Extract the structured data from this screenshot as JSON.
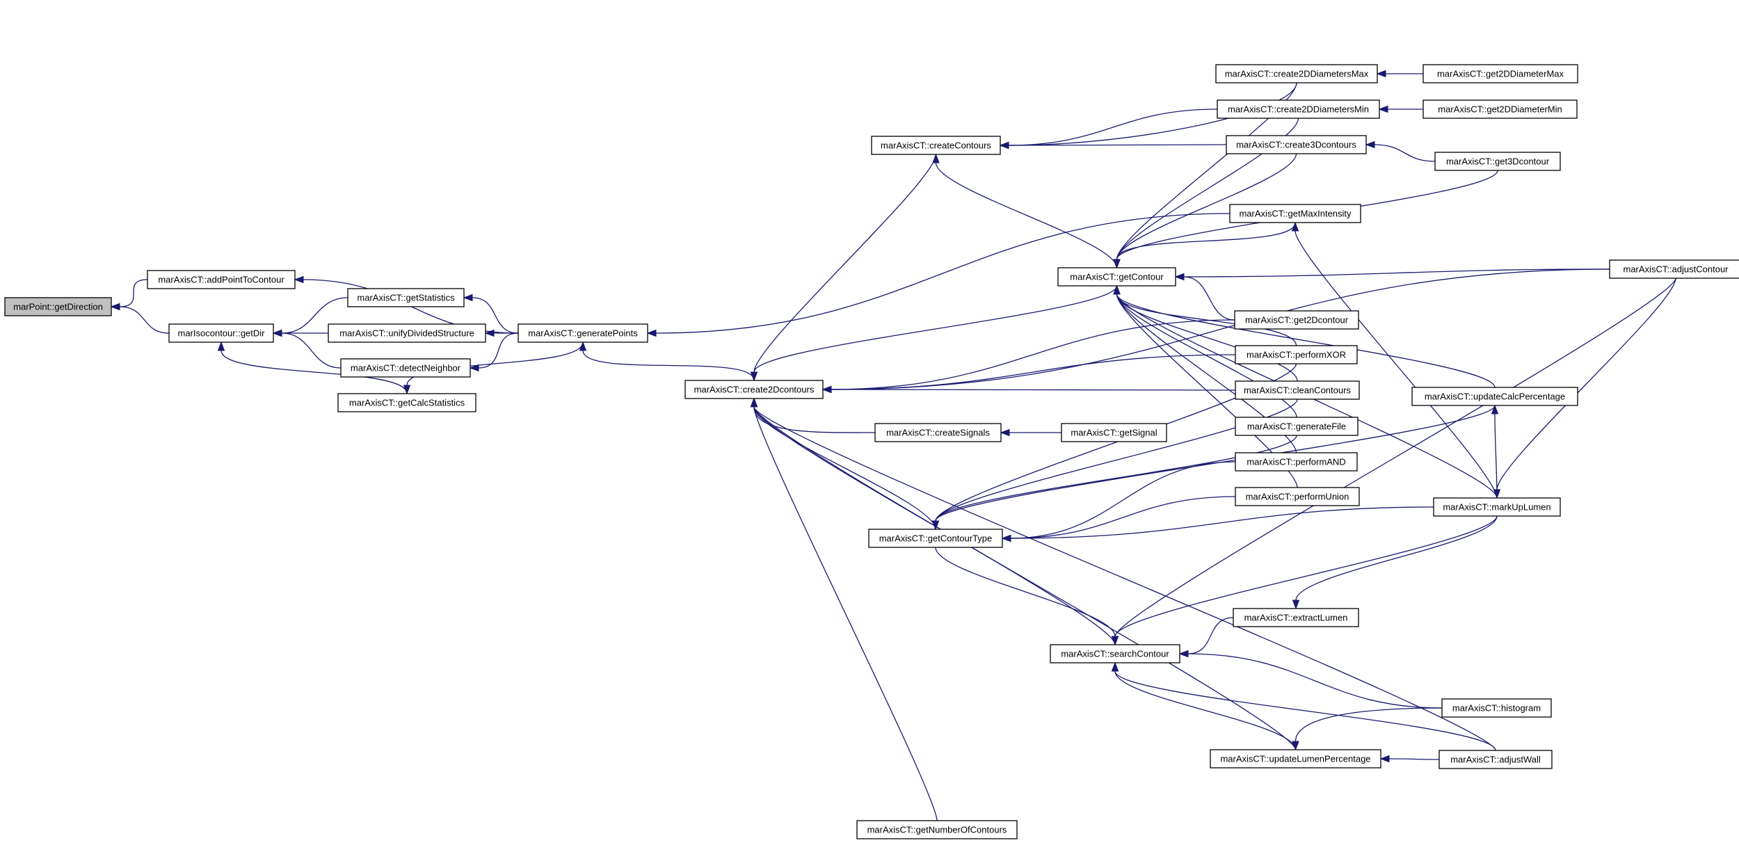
{
  "diagram": {
    "type": "doxygen-caller-graph",
    "edge_color": "#191970",
    "root_fill": "#c0c0c0",
    "nodes": {
      "getDirection": "marPoint::getDirection",
      "addPointToContour": "marAxisCT::addPointToContour",
      "getDir": "marIsocontour::getDir",
      "getStatistics": "marAxisCT::getStatistics",
      "unifyDividedStructure": "marAxisCT::unifyDividedStructure",
      "detectNeighbor": "marAxisCT::detectNeighbor",
      "getCalcStatistics": "marAxisCT::getCalcStatistics",
      "generatePoints": "marAxisCT::generatePoints",
      "create2Dcontours": "marAxisCT::create2Dcontours",
      "createContours": "marAxisCT::createContours",
      "createSignals": "marAxisCT::createSignals",
      "getContourType": "marAxisCT::getContourType",
      "getNumberOfContours": "marAxisCT::getNumberOfContours",
      "getSignal": "marAxisCT::getSignal",
      "getContour": "marAxisCT::getContour",
      "searchContour": "marAxisCT::searchContour",
      "create2DDiametersMax": "marAxisCT::create2DDiametersMax",
      "create2DDiametersMin": "marAxisCT::create2DDiametersMin",
      "create3Dcontours": "marAxisCT::create3Dcontours",
      "getMaxIntensity": "marAxisCT::getMaxIntensity",
      "get2Dcontour": "marAxisCT::get2Dcontour",
      "performXOR": "marAxisCT::performXOR",
      "cleanContours": "marAxisCT::cleanContours",
      "generateFile": "marAxisCT::generateFile",
      "performAND": "marAxisCT::performAND",
      "performUnion": "marAxisCT::performUnion",
      "extractLumen": "marAxisCT::extractLumen",
      "updateLumenPercentage": "marAxisCT::updateLumenPercentage",
      "get2DDiameterMax": "marAxisCT::get2DDiameterMax",
      "get2DDiameterMin": "marAxisCT::get2DDiameterMin",
      "get3Dcontour": "marAxisCT::get3Dcontour",
      "updateCalcPercentage": "marAxisCT::updateCalcPercentage",
      "markUpLumen": "marAxisCT::markUpLumen",
      "histogram": "marAxisCT::histogram",
      "adjustWall": "marAxisCT::adjustWall",
      "adjustContour": "marAxisCT::adjustContour"
    },
    "edges": [
      [
        "addPointToContour",
        "getDirection"
      ],
      [
        "getDir",
        "getDirection"
      ],
      [
        "getStatistics",
        "getDir"
      ],
      [
        "unifyDividedStructure",
        "getDir"
      ],
      [
        "detectNeighbor",
        "getDir"
      ],
      [
        "getCalcStatistics",
        "getDir"
      ],
      [
        "generatePoints",
        "addPointToContour"
      ],
      [
        "generatePoints",
        "getStatistics"
      ],
      [
        "generatePoints",
        "unifyDividedStructure"
      ],
      [
        "generatePoints",
        "detectNeighbor"
      ],
      [
        "generatePoints",
        "getCalcStatistics"
      ],
      [
        "create2Dcontours",
        "generatePoints"
      ],
      [
        "getMaxIntensity",
        "generatePoints"
      ],
      [
        "createContours",
        "create2Dcontours"
      ],
      [
        "createSignals",
        "create2Dcontours"
      ],
      [
        "getContourType",
        "create2Dcontours"
      ],
      [
        "getNumberOfContours",
        "create2Dcontours"
      ],
      [
        "getContour",
        "create2Dcontours"
      ],
      [
        "searchContour",
        "create2Dcontours"
      ],
      [
        "get2Dcontour",
        "create2Dcontours"
      ],
      [
        "performXOR",
        "create2Dcontours"
      ],
      [
        "cleanContours",
        "create2Dcontours"
      ],
      [
        "updateLumenPercentage",
        "create2Dcontours"
      ],
      [
        "adjustWall",
        "create2Dcontours"
      ],
      [
        "adjustContour",
        "create2Dcontours"
      ],
      [
        "getSignal",
        "createSignals"
      ],
      [
        "create2DDiametersMax",
        "createContours"
      ],
      [
        "create2DDiametersMin",
        "createContours"
      ],
      [
        "create3Dcontours",
        "createContours"
      ],
      [
        "getContour",
        "createContours"
      ],
      [
        "get2DDiameterMax",
        "create2DDiametersMax"
      ],
      [
        "get2DDiameterMin",
        "create2DDiametersMin"
      ],
      [
        "get3Dcontour",
        "create3Dcontours"
      ],
      [
        "create2DDiametersMax",
        "getContour"
      ],
      [
        "create2DDiametersMin",
        "getContour"
      ],
      [
        "create3Dcontours",
        "getContour"
      ],
      [
        "get3Dcontour",
        "getContour"
      ],
      [
        "getMaxIntensity",
        "getContour"
      ],
      [
        "get2Dcontour",
        "getContour"
      ],
      [
        "performXOR",
        "getContour"
      ],
      [
        "cleanContours",
        "getContour"
      ],
      [
        "generateFile",
        "getContour"
      ],
      [
        "performAND",
        "getContour"
      ],
      [
        "performUnion",
        "getContour"
      ],
      [
        "updateCalcPercentage",
        "getContour"
      ],
      [
        "markUpLumen",
        "getContour"
      ],
      [
        "adjustContour",
        "getContour"
      ],
      [
        "markUpLumen",
        "getMaxIntensity"
      ],
      [
        "performXOR",
        "getContourType"
      ],
      [
        "cleanContours",
        "getContourType"
      ],
      [
        "generateFile",
        "getContourType"
      ],
      [
        "performAND",
        "getContourType"
      ],
      [
        "performUnion",
        "getContourType"
      ],
      [
        "updateCalcPercentage",
        "getContourType"
      ],
      [
        "markUpLumen",
        "getContourType"
      ],
      [
        "getContourType",
        "searchContour"
      ],
      [
        "extractLumen",
        "searchContour"
      ],
      [
        "markUpLumen",
        "searchContour"
      ],
      [
        "histogram",
        "searchContour"
      ],
      [
        "adjustWall",
        "searchContour"
      ],
      [
        "adjustContour",
        "searchContour"
      ],
      [
        "updateLumenPercentage",
        "searchContour"
      ],
      [
        "markUpLumen",
        "extractLumen"
      ],
      [
        "histogram",
        "updateLumenPercentage"
      ],
      [
        "adjustWall",
        "updateLumenPercentage"
      ],
      [
        "markUpLumen",
        "updateCalcPercentage"
      ],
      [
        "adjustContour",
        "markUpLumen"
      ]
    ]
  }
}
